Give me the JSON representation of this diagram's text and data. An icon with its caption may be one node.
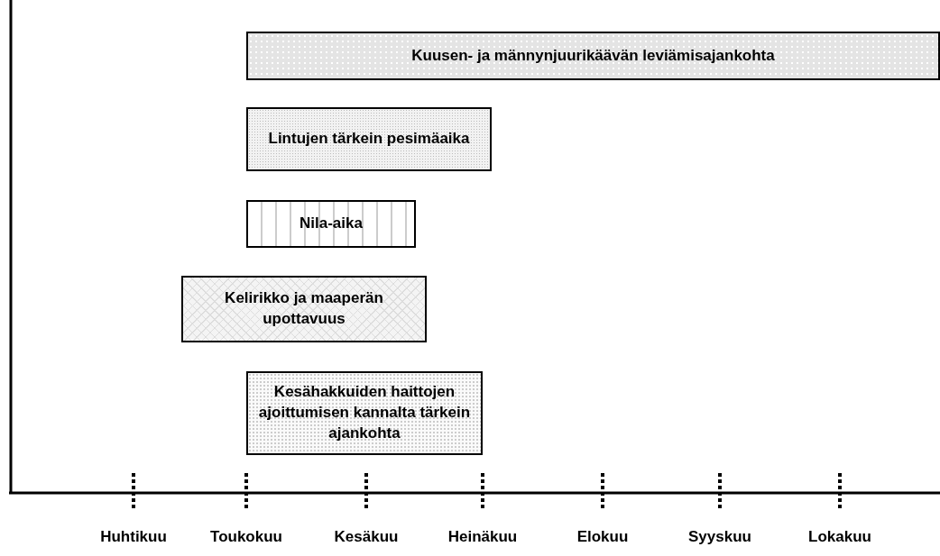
{
  "diagram": {
    "nodes": [
      {
        "text": [
          "Kuusen- ja männynjuurikäävän leviämisajankohta"
        ]
      },
      {
        "text": [
          "Lintujen tärkein pesimäaika"
        ]
      },
      {
        "text": [
          "Nila-aika"
        ]
      },
      {
        "text": [
          "Kelirikko ja maaperän upottavuus"
        ]
      },
      {
        "text": [
          "Kesähakkuiden haittojen ajoittumisen kannalta tärkein ajankohta"
        ]
      }
    ],
    "labels": [
      "Huhtikuu",
      "Toukokuu",
      "Kesäkuu",
      "Heinäkuu",
      "Elokuu",
      "Syyskuu",
      "Lokakuu"
    ]
  }
}
